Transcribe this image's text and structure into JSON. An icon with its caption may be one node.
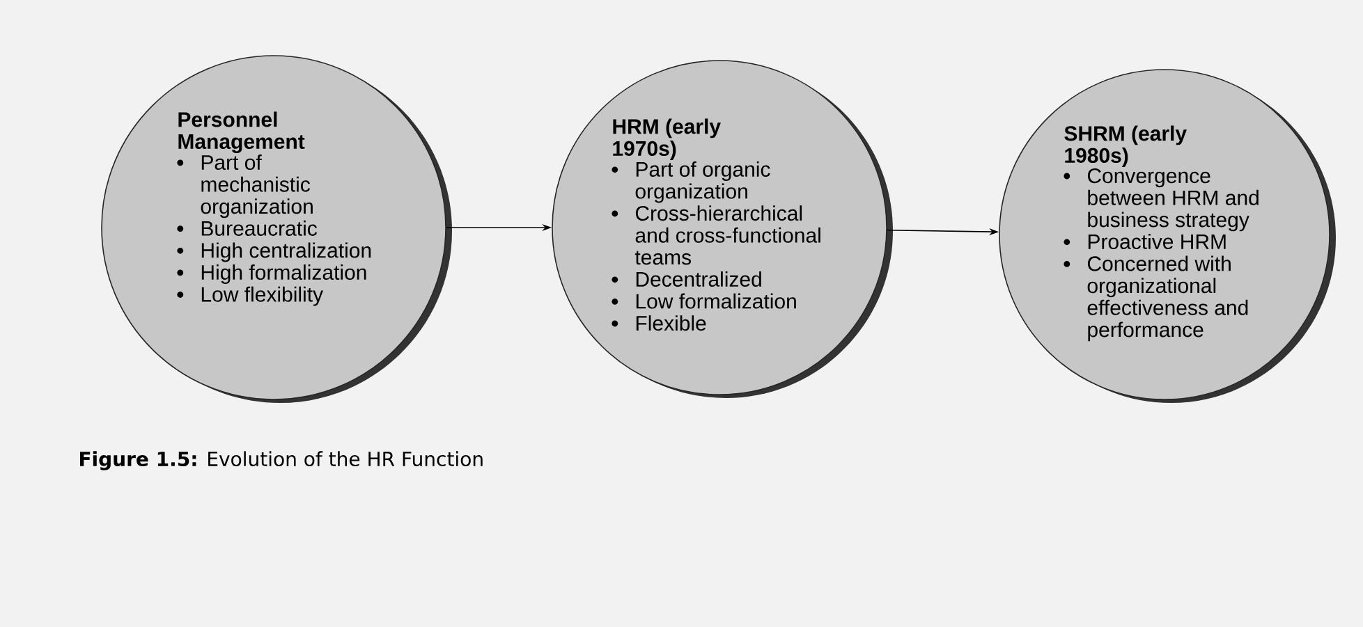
{
  "diagram": {
    "caption": "**Figure 1.5:** Evolution of the HR Function",
    "nodes": [
      {
        "text": [
          "Personnel Management",
          "Part of mechanistic organization",
          "Bureaucratic",
          "High centralization",
          "High formalization",
          "Low flexibility"
        ]
      },
      {
        "text": [
          "HRM (early 1970s)",
          "Part of organic organization",
          "Cross-hierarchical and cross-functional teams",
          "Decentralized",
          "Low formalization",
          "Flexible"
        ]
      },
      {
        "text": [
          "SHRM (early 1980s)",
          "Convergence between HRM and business strategy",
          "Proactive HRM",
          "Concerned with organizational effectiveness and performance"
        ]
      }
    ],
    "edges": [
      {
        "from": 0,
        "to": 1,
        "arrow": "to"
      },
      {
        "from": 1,
        "to": 2,
        "arrow": "to"
      }
    ]
  }
}
